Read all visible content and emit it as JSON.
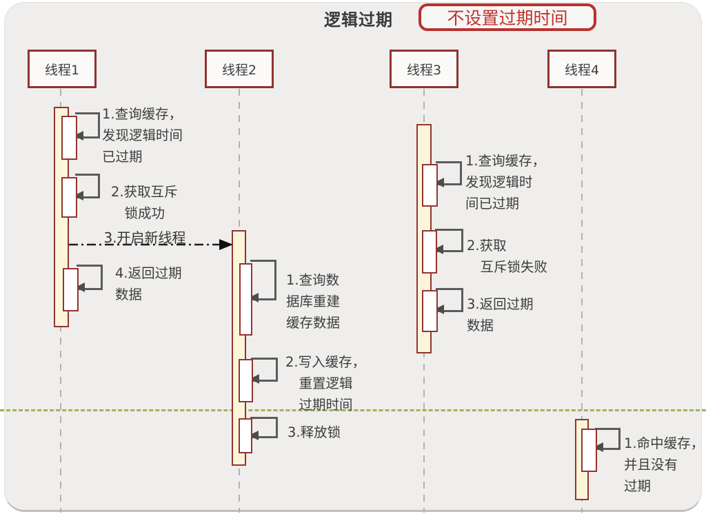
{
  "header": {
    "title": "逻辑过期",
    "badge": "不设置过期时间"
  },
  "threads": [
    {
      "label": "线程1"
    },
    {
      "label": "线程2"
    },
    {
      "label": "线程3"
    },
    {
      "label": "线程4"
    }
  ],
  "messages": {
    "t1m1": "1.查询缓存，\n发现逻辑时间\n已过期",
    "t1m2": "2.获取互斥\n　锁成功",
    "t1m3": "3.开启新线程",
    "t1m4": "4.返回过期\n数据",
    "t2m1": "1.查询数\n据库重建\n缓存数据",
    "t2m2": "2.写入缓存，\n　重置逻辑\n　过期时间",
    "t2m3": "3.释放锁",
    "t3m1": "1.查询缓存，\n发现逻辑时\n间已过期",
    "t3m2": "2.获取\n　互斥锁失败",
    "t3m3": "3.返回过期\n数据",
    "t4m1": "1.命中缓存，\n并且没有\n过期"
  },
  "colors": {
    "accent_red": "#923431",
    "badge_red": "#c2322d",
    "bar_fill": "#fcf5da",
    "loop_gray": "#5b5b5b",
    "divider_green": "#a6af5c",
    "card_bg": "#efeeec"
  }
}
